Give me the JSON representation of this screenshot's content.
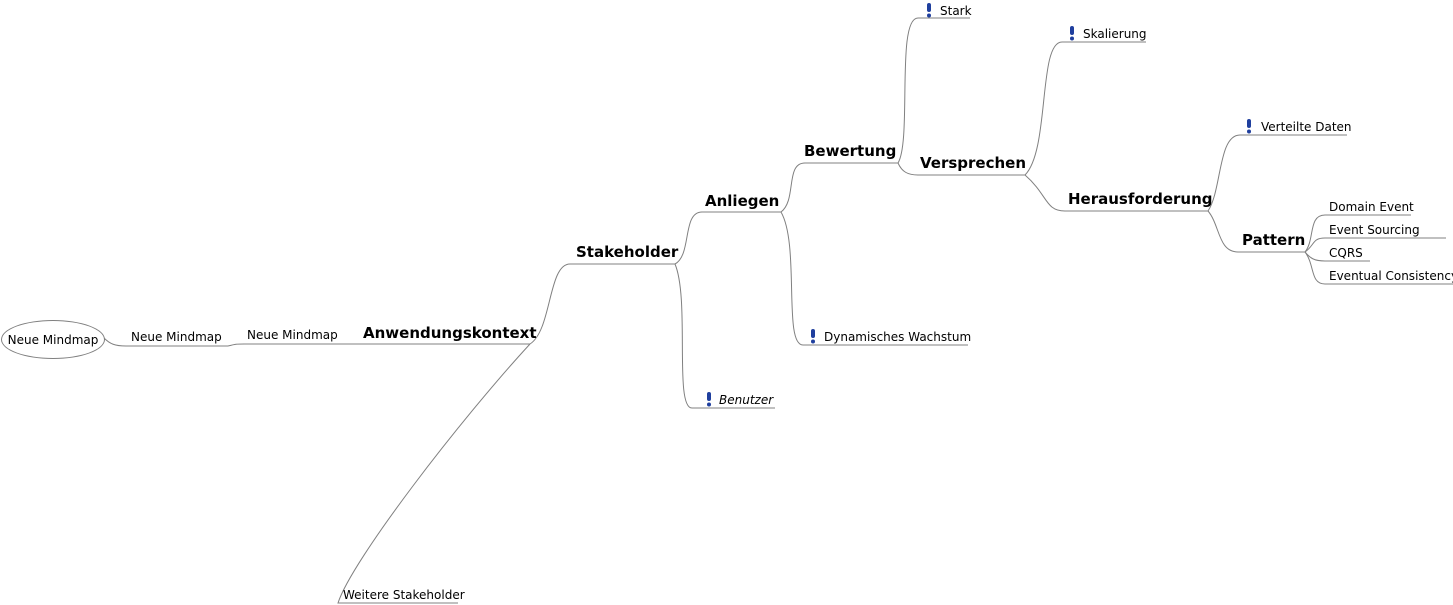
{
  "mindmap": {
    "root": "Neue Mindmap",
    "n_neue1": "Neue Mindmap",
    "n_neue2": "Neue Mindmap",
    "n_anwendung": "Anwendungskontext",
    "n_stakeholder": "Stakeholder",
    "n_weitere": "Weitere Stakeholder",
    "n_anliegen": "Anliegen",
    "n_benutzer": "Benutzer",
    "n_bewertung": "Bewertung",
    "n_dynamisch": "Dynamisches Wachstum",
    "n_stark": "Stark",
    "n_versprechen": "Versprechen",
    "n_skalierung": "Skalierung",
    "n_herausforderung": "Herausforderung",
    "n_verteilte": "Verteilte Daten",
    "n_pattern": "Pattern",
    "n_domain": "Domain Event",
    "n_sourcing": "Event Sourcing",
    "n_cqrs": "CQRS",
    "n_eventual": "Eventual Consistency"
  },
  "icons": {
    "priority": "exclamation-icon"
  },
  "colors": {
    "edge": "#808080",
    "icon_blue": "#1f3f9e"
  }
}
